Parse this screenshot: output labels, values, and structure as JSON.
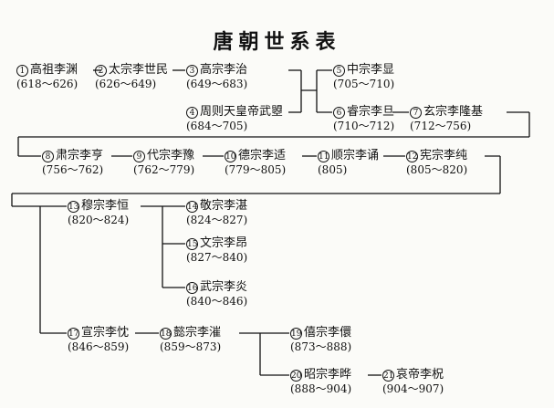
{
  "title": "唐朝世系表",
  "nodes": {
    "n1": {
      "num": "1",
      "name": "高祖李渊",
      "years": "(618～626)"
    },
    "n2": {
      "num": "2",
      "name": "太宗李世民",
      "years": "(626～649)"
    },
    "n3": {
      "num": "3",
      "name": "高宗李治",
      "years": "(649～683)"
    },
    "n4": {
      "num": "4",
      "name": "周则天皇帝武曌",
      "years": "(684～705)"
    },
    "n5": {
      "num": "5",
      "name": "中宗李显",
      "years": "(705～710)"
    },
    "n6": {
      "num": "6",
      "name": "睿宗李旦",
      "years": "(710～712)"
    },
    "n7": {
      "num": "7",
      "name": "玄宗李隆基",
      "years": "(712～756)"
    },
    "n8": {
      "num": "8",
      "name": "肃宗李亨",
      "years": "(756～762)"
    },
    "n9": {
      "num": "9",
      "name": "代宗李豫",
      "years": "(762～779)"
    },
    "n10": {
      "num": "10",
      "name": "德宗李适",
      "years": "(779～805)"
    },
    "n11": {
      "num": "11",
      "name": "顺宗李诵",
      "years": "(805)"
    },
    "n12": {
      "num": "12",
      "name": "宪宗李纯",
      "years": "(805～820)"
    },
    "n13": {
      "num": "13",
      "name": "穆宗李恒",
      "years": "(820～824)"
    },
    "n14": {
      "num": "14",
      "name": "敬宗李湛",
      "years": "(824～827)"
    },
    "n15": {
      "num": "15",
      "name": "文宗李昂",
      "years": "(827～840)"
    },
    "n16": {
      "num": "16",
      "name": "武宗李炎",
      "years": "(840～846)"
    },
    "n17": {
      "num": "17",
      "name": "宣宗李忱",
      "years": "(846～859)"
    },
    "n18": {
      "num": "18",
      "name": "懿宗李漼",
      "years": "(859～873)"
    },
    "n19": {
      "num": "19",
      "name": "僖宗李儇",
      "years": "(873～888)"
    },
    "n20": {
      "num": "20",
      "name": "昭宗李晔",
      "years": "(888～904)"
    },
    "n21": {
      "num": "21",
      "name": "哀帝李柷",
      "years": "(904～907)"
    }
  }
}
